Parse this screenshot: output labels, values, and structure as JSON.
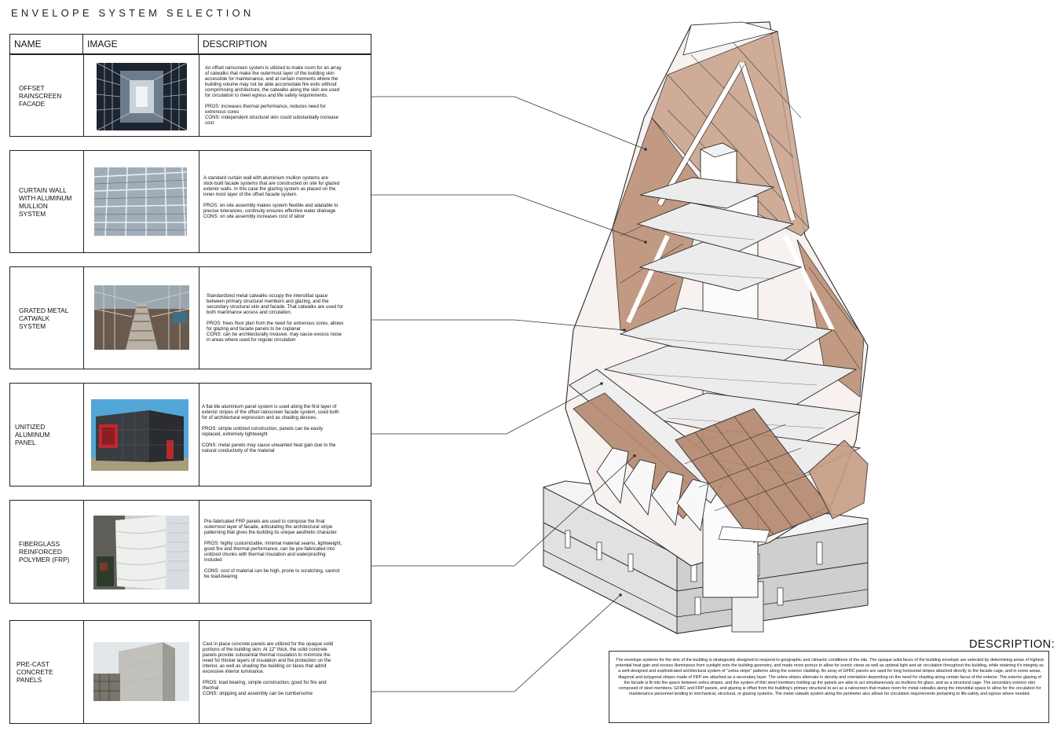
{
  "page_title": "ENVELOPE SYSTEM SELECTION",
  "table": {
    "headers": {
      "name": "NAME",
      "image": "IMAGE",
      "description": "DESCRIPTION"
    },
    "rows": [
      {
        "name": "OFFSET\nRAINSCREEN\nFACADE",
        "image": "atrium-catwalk-photo",
        "description": "An offset rainscreen system is utilized to make room for an array\nof catwalks that make the outermost layer of the building skin\naccessible for maintenance, and at certain moments where the\nbuilding volume may not be able accomodate fire exits without\ncomprimising architecture, the catwalks along the skin are used\nfor circulation to meet egress and life safety requirements.\n\nPROS: increases thermal performance, reduces need for\nextrenous cores\nCONS: independent structural skin could substantially increase\ncost"
      },
      {
        "name": "CURTAIN WALL\nWITH ALUMINUM\nMULLION\nSYSTEM",
        "image": "curtain-wall-photo",
        "description": "A standard curtain wall with aluminium mullion systems are\nstick-built facade systems that are constructed on site for glazed\nexterior walls. In this case the glazing system as placed on the\ninner-most layer of the offset facade system.\n\nPROS: on-site assembly makes system flexible and adatable to\nprecise tolerances, continuity ensures effective water drainage\nCONS: on site assembly increases cost of labor"
      },
      {
        "name": "GRATED METAL\nCATWALK\nSYSTEM",
        "image": "metal-catwalk-photo",
        "description": "Standardized metal catwalks occupy the interstitial space\nbetween primary structural members and glazing, and the\nsecondary structural skin and facade. That catwalks are used for\nboth maintnance access and circulation.\n\nPROS: frees floor plan from the need for extrenous cores, allows\nfor glazing and facade panels to be coplanar\nCONS: can be architecturally invasive, may cause excess noise\nin areas where used for regular circulation"
      },
      {
        "name": "UNITIZED\nALUMINUM\nPANEL",
        "image": "aluminum-panel-building-photo",
        "description": "A flat-tile aluminium panel system is used along the first layer of\nexterior stripes of the offset rainscreen facade system, used both\nfor of architectural expression and as shading devices.\n\nPROS: simple unitized construction, panels can be easily\nreplaced, extremely lightweight\n\nCONS: metal panels may cause unwanted heat gain due to the\nnatural conductivity of the material"
      },
      {
        "name": "FIBERGLASS\nREINFORCED\nPOLYMER (FRP)",
        "image": "frp-facade-photo",
        "description": "Pre-fabricated FRP panels are used to compose the final\noutermost layer of facade, articulating the architectural stripe\npatterning that gives the building its unique aesthetic character.\n\nPROS: highly customizable, minimal material seams, lightweight,\ngood fire and thermal performance, can be pre-fabricated into\nunitized chunks with thermal insulation and waterproofing\nincluded\n\nCONS: cost of material can be high, prone to scratching, cannot\nbe load-bearing"
      },
      {
        "name": "PRE-CAST\nCONCRETE\nPANELS",
        "image": "precast-concrete-photo",
        "description": "Cast in place concrete panels are utilized for the opaque solid\nportions of the building skin. At 12\" thick, the solid concrete\npanels provide substantial thermal insulation to minimize the\nneed for thicker layers of insulation and fire protection on the\ninterior, as well as shading the building on faces that admit\nexcessive interior luminance.\n\nPROS: load bearing, simple construction, good for fire and\nthermal\nCONS: shipping and assembly can be cumbersome"
      }
    ]
  },
  "description_panel": {
    "title": "DESCRIPTION:",
    "text": "The envelope systems for the skin of the building is strategically designed to respond to geographic and climactic conditions of the site. The opaque solid faces of the building envelope are selected by determining areas of highest potential heat gain and excess illuminance from sunlight onto the building geometry, and made more porous to allow for scenic views as well as optimal light and air circulation throughout the building, while retaining it's integrity as a well-designed and sophisticated architectural system of \"zebra stripe\" patterns along the exterior cladding. An array of GFRC panels are used for long horizontal stripes attached directly to the facade cage, and in some areas, diagonal and polygonal stripes made of FRP are attached as a secondary layer. The zebra stripes alternate in density and orientation depending on the need for shading along certain faces of the exterior. The exterior glazing of the facade is fit into the space between zebra stripes, and the system of thin steel members holding up the panels are able to act simultaneously as mullions for glass, and as a structural cage. The secondary exterior skin composed of steel members, GFRC and FRP panels, and glazing is offset from the building's primary structural to act as a rainscreen that makes room for metal catwalks along the interstitial space to allow for the circulation for maintenance personnel tending to mechanical, structural, or glazing systems. The metal catwalk system along the perimeter also allows for circulation requirements pertaining to life-safety and egress where needed."
  },
  "colors": {
    "glazing": "#b5866c",
    "glazing_dark": "#8a5a43",
    "frame": "#2a2a2a",
    "slab": "#e6e6e6"
  }
}
